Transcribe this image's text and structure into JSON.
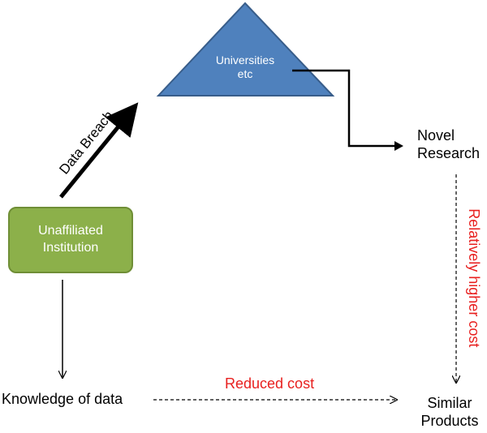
{
  "nodes": {
    "universities": {
      "line1": "Universities",
      "line2": "etc",
      "fill": "#4f81bd",
      "stroke": "#385d8a"
    },
    "unaffiliated": {
      "line1": "Unaffiliated",
      "line2": "Institution",
      "fill": "#8cb04a",
      "stroke": "#6f8e36"
    },
    "novel_research": {
      "line1": "Novel",
      "line2": "Research"
    },
    "knowledge": {
      "label": "Knowledge of data"
    },
    "similar_products": {
      "line1": "Similar",
      "line2": "Products"
    }
  },
  "edges": {
    "data_breach": {
      "label": "Data Breach"
    },
    "reduced_cost": {
      "label": "Reduced cost",
      "color": "#e8201f"
    },
    "higher_cost": {
      "label": "Relatively higher cost",
      "color": "#e8201f"
    }
  }
}
